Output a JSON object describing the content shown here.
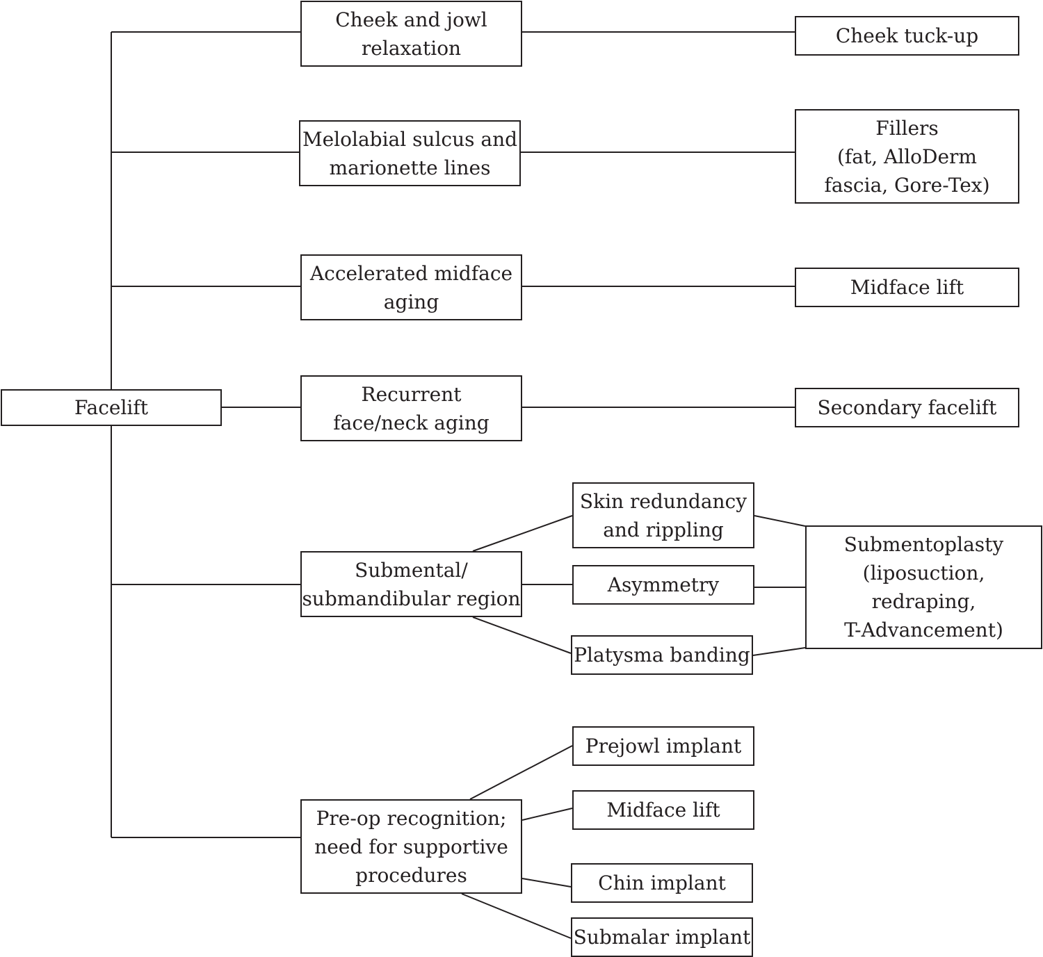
{
  "root": {
    "label": "Facelift"
  },
  "indications": {
    "cheek_jowl": [
      "Cheek and jowl",
      "relaxation"
    ],
    "melolabial": [
      "Melolabial sulcus and",
      "marionette lines"
    ],
    "midface_aging": [
      "Accelerated midface",
      "aging"
    ],
    "recurrent": [
      "Recurrent",
      "face/neck aging"
    ],
    "submental": [
      "Submental/",
      "submandibular region"
    ],
    "preop": [
      "Pre-op recognition;",
      "need for supportive",
      "procedures"
    ]
  },
  "treatments": {
    "cheek_tuck": "Cheek tuck-up",
    "fillers": [
      "Fillers",
      "(fat, AlloDerm",
      "fascia, Gore-Tex)"
    ],
    "midface_lift": "Midface lift",
    "secondary_facelift": "Secondary facelift"
  },
  "submental_issues": {
    "skin": [
      "Skin redundancy",
      "and rippling"
    ],
    "asymmetry": "Asymmetry",
    "platysma": "Platysma banding"
  },
  "submentoplasty": [
    "Submentoplasty",
    "(liposuction,",
    "redraping,",
    "T-Advancement)"
  ],
  "supportive_procedures": {
    "prejowl": "Prejowl implant",
    "midface_lift": "Midface lift",
    "chin": "Chin implant",
    "submalar": "Submalar implant"
  }
}
